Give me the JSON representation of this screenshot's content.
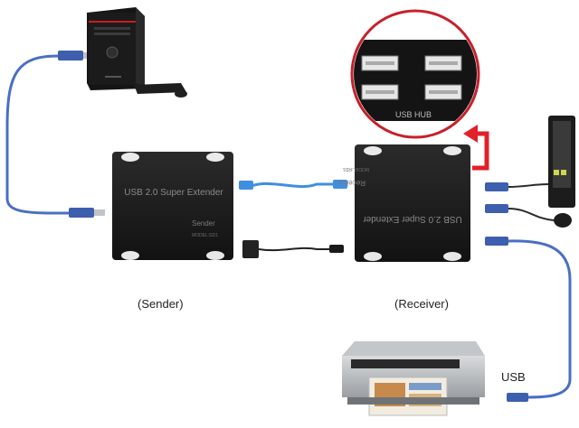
{
  "sender_device": {
    "title": "USB 2.0 Super Extender",
    "role": "Sender",
    "model": "MODEL:SD1"
  },
  "receiver_device": {
    "title": "USB 2.0 Super Extender",
    "role": "Receiver",
    "model": "MODEL:RD1"
  },
  "hub_callout": {
    "label": "USB HUB"
  },
  "captions": {
    "sender": "(Sender)",
    "receiver": "(Receiver)",
    "usb": "USB"
  },
  "colors": {
    "usb_cable": "#4a6fc4",
    "network_cable": "#3f8fe0",
    "callout_ring": "#c8202a",
    "callout_arrow": "#e0202a",
    "device_body": "#1d1d1d",
    "device_text": "#7a7a7a"
  }
}
